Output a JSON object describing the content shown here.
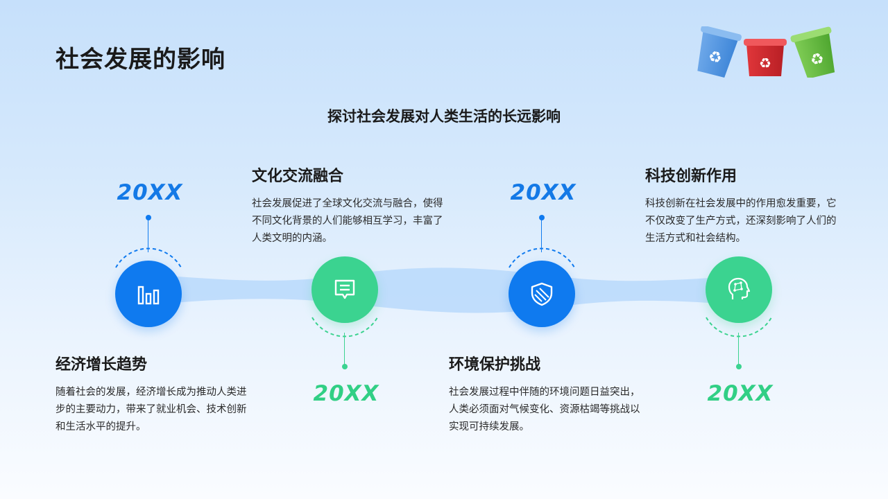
{
  "slide": {
    "title": "社会发展的影响",
    "subtitle": "探讨社会发展对人类生活的长远影响"
  },
  "colors": {
    "blue": "#0f7aef",
    "green": "#3bd390",
    "band": "#b9d9fb"
  },
  "milestones": [
    {
      "year": "20XX",
      "heading": "经济增长趋势",
      "text": "随着社会的发展，经济增长成为推动人类进步的主要动力，带来了就业机会、技术创新和生活水平的提升。",
      "icon": "bar-chart-icon",
      "color": "blue"
    },
    {
      "year": "20XX",
      "heading": "文化交流融合",
      "text": "社会发展促进了全球文化交流与融合，使得不同文化背景的人们能够相互学习，丰富了人类文明的内涵。",
      "icon": "message-icon",
      "color": "green"
    },
    {
      "year": "20XX",
      "heading": "环境保护挑战",
      "text": "社会发展过程中伴随的环境问题日益突出，人类必须面对气候变化、资源枯竭等挑战以实现可持续发展。",
      "icon": "shield-icon",
      "color": "blue"
    },
    {
      "year": "20XX",
      "heading": "科技创新作用",
      "text": "科技创新在社会发展中的作用愈发重要，它不仅改变了生产方式，还深刻影响了人们的生活方式和社会结构。",
      "icon": "ai-head-icon",
      "color": "green"
    }
  ]
}
